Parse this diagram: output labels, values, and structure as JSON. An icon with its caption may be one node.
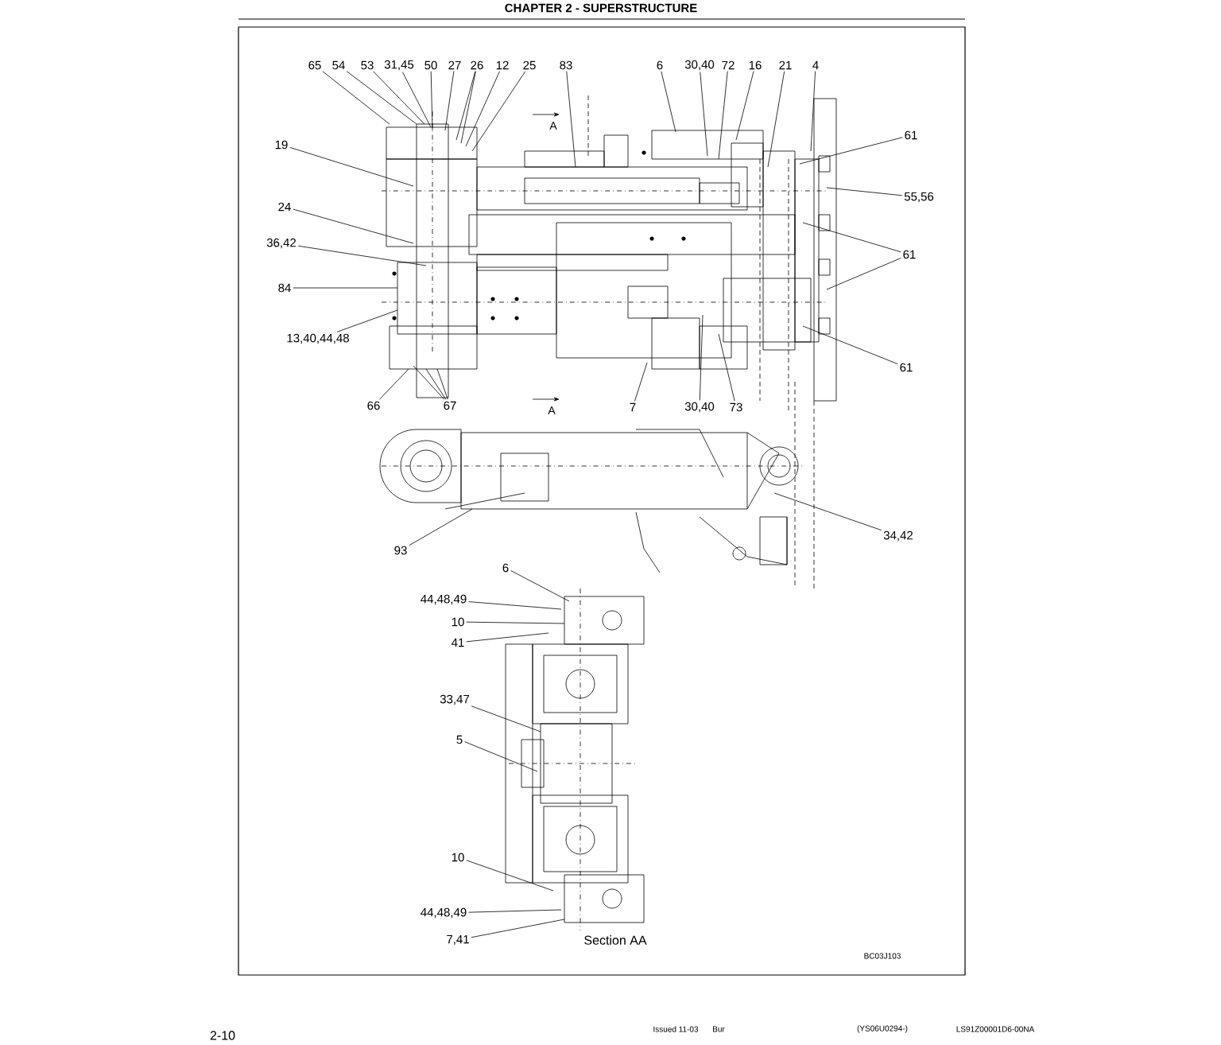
{
  "diagram": {
    "title": "CHAPTER 2 - SUPERSTRUCTURE",
    "nodes": [
      {
        "text": [
          "65"
        ]
      },
      {
        "text": [
          "54"
        ]
      },
      {
        "text": [
          "53"
        ]
      },
      {
        "text": [
          "31,45"
        ]
      },
      {
        "text": [
          "50"
        ]
      },
      {
        "text": [
          "27"
        ]
      },
      {
        "text": [
          "26"
        ]
      },
      {
        "text": [
          "12"
        ]
      },
      {
        "text": [
          "25"
        ]
      },
      {
        "text": [
          "83"
        ]
      },
      {
        "text": [
          "6"
        ]
      },
      {
        "text": [
          "30,40"
        ]
      },
      {
        "text": [
          "72"
        ]
      },
      {
        "text": [
          "16"
        ]
      },
      {
        "text": [
          "21"
        ]
      },
      {
        "text": [
          "4"
        ]
      },
      {
        "text": [
          "19"
        ]
      },
      {
        "text": [
          "24"
        ]
      },
      {
        "text": [
          "36,42"
        ]
      },
      {
        "text": [
          "84"
        ]
      },
      {
        "text": [
          "13,40,44,48"
        ]
      },
      {
        "text": [
          "61"
        ]
      },
      {
        "text": [
          "55,56"
        ]
      },
      {
        "text": [
          "61"
        ]
      },
      {
        "text": [
          "61"
        ]
      },
      {
        "text": [
          "66"
        ]
      },
      {
        "text": [
          "67"
        ]
      },
      {
        "text": [
          "7"
        ]
      },
      {
        "text": [
          "30,40"
        ]
      },
      {
        "text": [
          "73"
        ]
      },
      {
        "text": [
          "93"
        ]
      },
      {
        "text": [
          "34,42"
        ]
      },
      {
        "text": [
          "6"
        ]
      },
      {
        "text": [
          "44,48,49"
        ]
      },
      {
        "text": [
          "10"
        ]
      },
      {
        "text": [
          "41"
        ]
      },
      {
        "text": [
          "33,47"
        ]
      },
      {
        "text": [
          "5"
        ]
      },
      {
        "text": [
          "10"
        ]
      },
      {
        "text": [
          "44,48,49"
        ]
      },
      {
        "text": [
          "7,41"
        ]
      }
    ],
    "edges": [
      {
        "from": 0,
        "to": null,
        "arrow": "none"
      },
      {
        "from": 1,
        "to": null,
        "arrow": "none"
      },
      {
        "from": 2,
        "to": null,
        "arrow": "none"
      },
      {
        "from": 3,
        "to": null,
        "arrow": "none"
      },
      {
        "from": 4,
        "to": null,
        "arrow": "none"
      },
      {
        "from": 5,
        "to": null,
        "arrow": "none"
      },
      {
        "from": 6,
        "to": null,
        "arrow": "none"
      },
      {
        "from": 6,
        "to": null,
        "arrow": "none"
      },
      {
        "from": 7,
        "to": null,
        "arrow": "none"
      },
      {
        "from": 8,
        "to": null,
        "arrow": "none"
      },
      {
        "from": 9,
        "to": null,
        "arrow": "none"
      },
      {
        "from": 10,
        "to": null,
        "arrow": "none"
      },
      {
        "from": 11,
        "to": null,
        "arrow": "none"
      },
      {
        "from": 12,
        "to": null,
        "arrow": "none"
      },
      {
        "from": 13,
        "to": null,
        "arrow": "none"
      },
      {
        "from": 14,
        "to": null,
        "arrow": "none"
      },
      {
        "from": 15,
        "to": null,
        "arrow": "none"
      },
      {
        "from": 16,
        "to": null,
        "arrow": "none"
      },
      {
        "from": 17,
        "to": null,
        "arrow": "none"
      },
      {
        "from": 18,
        "to": null,
        "arrow": "none"
      },
      {
        "from": 19,
        "to": null,
        "arrow": "none"
      },
      {
        "from": 20,
        "to": null,
        "arrow": "none"
      },
      {
        "from": 21,
        "to": null,
        "arrow": "none"
      },
      {
        "from": 22,
        "to": null,
        "arrow": "none"
      },
      {
        "from": 23,
        "to": null,
        "arrow": "none"
      },
      {
        "from": 23,
        "to": null,
        "arrow": "none"
      },
      {
        "from": 24,
        "to": null,
        "arrow": "none"
      },
      {
        "from": 25,
        "to": null,
        "arrow": "none"
      },
      {
        "from": 26,
        "to": null,
        "arrow": "none"
      },
      {
        "from": 26,
        "to": null,
        "arrow": "none"
      },
      {
        "from": 26,
        "to": null,
        "arrow": "none"
      },
      {
        "from": 27,
        "to": null,
        "arrow": "none"
      },
      {
        "from": 28,
        "to": null,
        "arrow": "none"
      },
      {
        "from": 29,
        "to": null,
        "arrow": "none"
      },
      {
        "from": 30,
        "to": null,
        "arrow": "none"
      },
      {
        "from": 31,
        "to": null,
        "arrow": "none"
      },
      {
        "from": 32,
        "to": null,
        "arrow": "none"
      },
      {
        "from": 33,
        "to": null,
        "arrow": "none"
      },
      {
        "from": 34,
        "to": null,
        "arrow": "none"
      },
      {
        "from": 35,
        "to": null,
        "arrow": "none"
      },
      {
        "from": 36,
        "to": null,
        "arrow": "none"
      },
      {
        "from": 37,
        "to": null,
        "arrow": "none"
      },
      {
        "from": 38,
        "to": null,
        "arrow": "none"
      },
      {
        "from": 39,
        "to": null,
        "arrow": "none"
      },
      {
        "from": 40,
        "to": null,
        "arrow": "none"
      }
    ],
    "labels": [
      "A",
      "A",
      "Section AA",
      "BC03J103",
      "2-10",
      "Issued 11-03",
      "Bur",
      "(YS06U0294-)",
      "LS91Z00001D6-00NA"
    ]
  }
}
